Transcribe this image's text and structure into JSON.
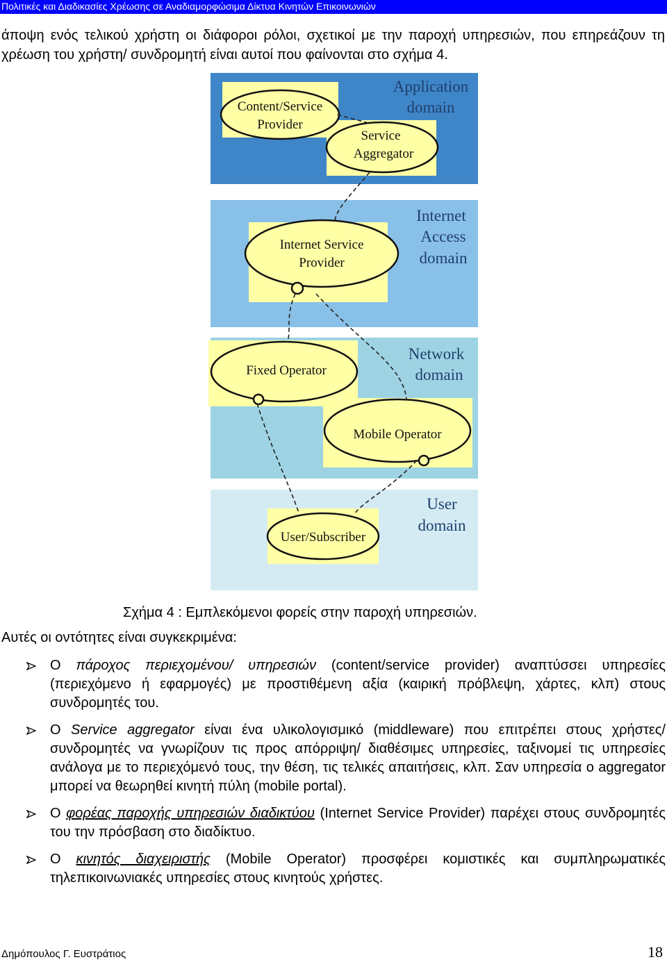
{
  "header": {
    "title": "Πολιτικές και Διαδικασίες Χρέωσης σε Αναδιαμορφώσιμα Δίκτυα Κινητών Επικοινωνιών"
  },
  "intro": "άποψη ενός τελικού χρήστη οι διάφοροι ρόλοι, σχετικοί με την παροχή υπηρεσιών, που επηρεάζουν τη χρέωση του χρήστη/ συνδρομητή είναι αυτοί που φαίνονται στο σχήμα 4.",
  "figure": {
    "domains": {
      "application": [
        "Application",
        "domain"
      ],
      "internet": [
        "Internet",
        "Access",
        "domain"
      ],
      "network": [
        "Network",
        "domain"
      ],
      "user": [
        "User",
        "domain"
      ]
    },
    "nodes": {
      "content": [
        "Content/Service",
        "Provider"
      ],
      "aggregator": [
        "Service",
        "Aggregator"
      ],
      "isp": [
        "Internet Service",
        "Provider"
      ],
      "fixed": "Fixed Operator",
      "mobile": "Mobile Operator",
      "user": "User/Subscriber"
    },
    "colors": {
      "application": "#3f86c8",
      "internet": "#89c0e8",
      "network": "#9ed3e3",
      "user": "#d4ebf4",
      "box": "#ffffa6"
    }
  },
  "caption": "Σχήμα 4 : Εμπλεκόμενοι φορείς στην παροχή υπηρεσιών.",
  "lead": "Αυτές οι οντότητες είναι συγκεκριμένα:",
  "bullets": {
    "b1": {
      "a": "Ο ",
      "em": "πάροχος περιεχομένου/ υπηρεσιών",
      "rest": " (content/service provider) αναπτύσσει υπηρεσίες (περιεχόμενο ή εφαρμογές) με προστιθέμενη αξία (καιρική πρόβλεψη, χάρτες, κλπ) στους συνδρομητές του."
    },
    "b2": {
      "a": "Ο ",
      "em": "Service aggregator",
      "rest": " είναι ένα υλικολογισμικό (middleware) που επιτρέπει στους χρήστες/ συνδρομητές να γνωρίζουν τις προς απόρριψη/ διαθέσιμες υπηρεσίες, ταξινομεί τις υπηρεσίες ανάλογα με το περιεχόμενό τους, την θέση, τις τελικές απαιτήσεις, κλπ. Σαν υπηρεσία ο aggregator μπορεί να θεωρηθεί κινητή πύλη (mobile portal)."
    },
    "b3": {
      "a": "Ο ",
      "em": "φορέας παροχής υπηρεσιών διαδικτύου",
      "rest": "  (Internet Service Provider) παρέχει στους συνδρομητές του την πρόσβαση στο διαδίκτυο."
    },
    "b4": {
      "a": "Ο ",
      "em": "κινητός διαχειριστής",
      "rest": " (Mobile Operator)  προσφέρει κομιστικές και συμπληρωματικές τηλεπικοινωνιακές υπηρεσίες στους κινητούς χρήστες."
    }
  },
  "footer": {
    "author": "Δημόπουλος Γ. Ευστράτιος",
    "page": "18"
  }
}
